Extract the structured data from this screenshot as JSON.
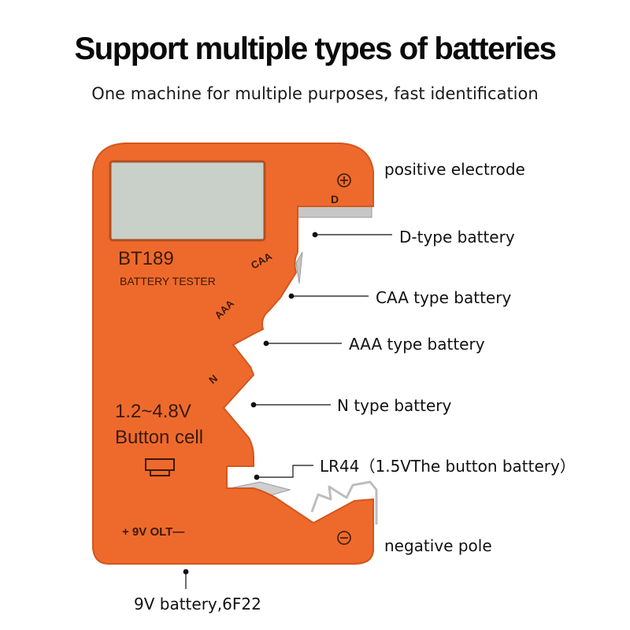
{
  "headline": "Support multiple types of batteries",
  "subhead": "One machine for multiple purposes, fast identification",
  "device": {
    "model": "BT189",
    "name": "BATTERY TESTER",
    "slot_d": "D",
    "slot_caa": "CAA",
    "slot_aaa": "AAA",
    "slot_n": "N",
    "range": "1.2~4.8V",
    "button_cell": "Button cell",
    "nine_volt": "+ 9V OLT—",
    "plus_symbol": "+",
    "minus_symbol": "−"
  },
  "callouts": {
    "positive": "positive electrode",
    "d_type": "D-type battery",
    "caa_type": "CAA type battery",
    "aaa_type": "AAA type battery",
    "n_type": "N type battery",
    "lr44": "LR44（1.5VThe button battery）",
    "negative": "negative pole",
    "nine_volt": "9V battery,6F22"
  },
  "colors": {
    "device_body": "#ee6a2c",
    "device_edge": "#d3561d",
    "lcd": "#c9cfc9",
    "metal": "#c7c7c7",
    "device_text": "#3a1a0a"
  }
}
